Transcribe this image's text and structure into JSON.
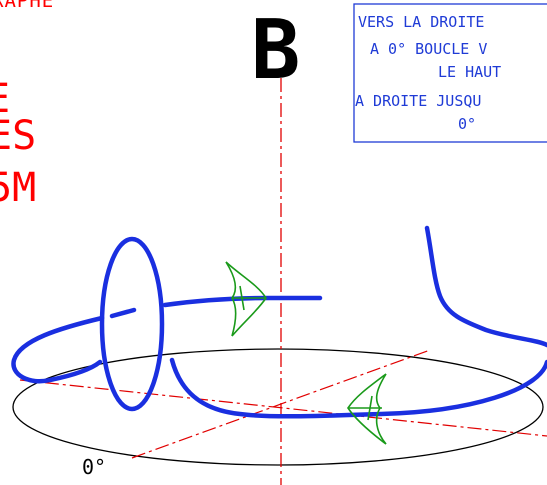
{
  "page_heading": {
    "letter": "B",
    "letter_color": "#000000"
  },
  "left_labels": {
    "top_fragment": "RAPHE",
    "middle_line_1": "E",
    "middle_line_2": "ES",
    "middle_line_3": "5M",
    "color": "#ff0000"
  },
  "instruction_box": {
    "lines": [
      "VERS LA DROITE",
      "A 0° BOUCLE V",
      "LE HAUT",
      "A DROITE JUSQU",
      "0°"
    ],
    "border_color": "#1f3bd6",
    "text_color": "#1f3bd6"
  },
  "ground_circle": {
    "heading_label": "0°"
  },
  "colors": {
    "trajectory": "#1a2fe0",
    "axis": "#e10000",
    "aircraft": "#1a9a1a",
    "ellipse": "#000000"
  }
}
